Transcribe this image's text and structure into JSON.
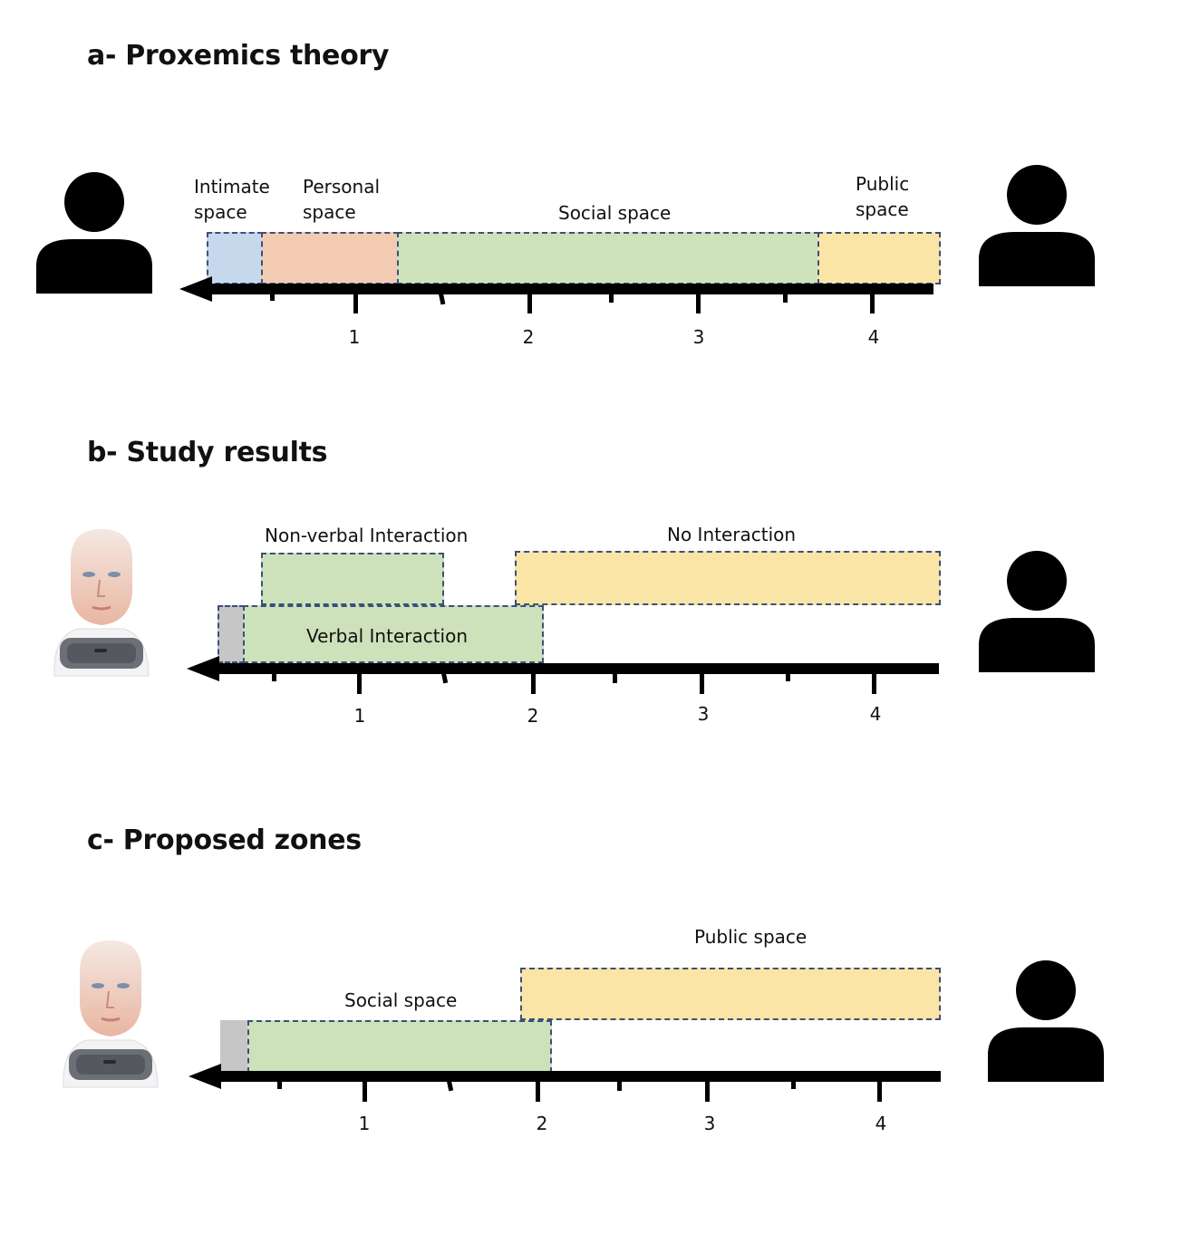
{
  "panels": {
    "a": {
      "title": "a- Proxemics theory",
      "labels": {
        "intimate": "Intimate\nspace",
        "personal": "Personal\nspace",
        "social": "Social space",
        "public": "Public\nspace"
      },
      "ticks": [
        "1",
        "2",
        "3",
        "4"
      ]
    },
    "b": {
      "title": "b- Study results",
      "labels": {
        "nonverbal": "Non-verbal Interaction",
        "none": "No Interaction",
        "verbal": "Verbal Interaction"
      },
      "ticks": [
        "1",
        "2",
        "3",
        "4"
      ]
    },
    "c": {
      "title": "c- Proposed zones",
      "labels": {
        "public": "Public space",
        "social": "Social space"
      },
      "ticks": [
        "1",
        "2",
        "3",
        "4"
      ]
    }
  },
  "colors": {
    "intimate": "#c6d9ec",
    "personal": "#f2cbb2",
    "social": "#cde2bb",
    "public": "#fbe5a6",
    "gray": "#c6c6c6",
    "border": "#3b4f7a"
  },
  "icons": {
    "person": "person-silhouette-icon",
    "robot": "robot-head-icon"
  }
}
